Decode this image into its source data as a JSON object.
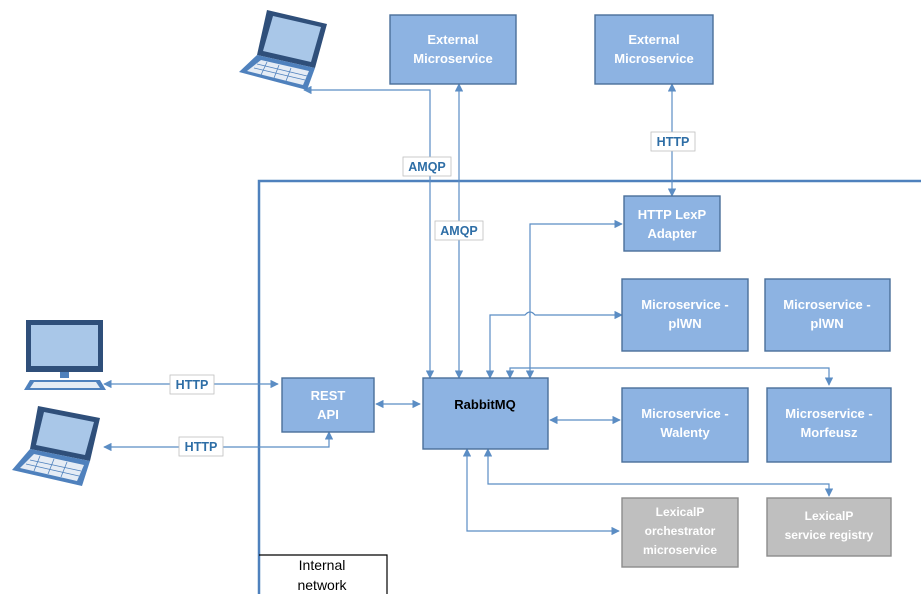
{
  "boxes": {
    "external1": [
      "External",
      "Microservice"
    ],
    "external2": [
      "External",
      "Microservice"
    ],
    "lexp_adapter": [
      "HTTP LexP",
      "Adapter"
    ],
    "plwn1": [
      "Microservice -",
      "plWN"
    ],
    "plwn2": [
      "Microservice -",
      "plWN"
    ],
    "rest_api": [
      "REST",
      "API"
    ],
    "rabbitmq": "RabbitMQ",
    "walenty": [
      "Microservice -",
      "Walenty"
    ],
    "morfeusz": [
      "Microservice -",
      "Morfeusz"
    ],
    "orchestrator": [
      "LexicalP",
      "orchestrator",
      "microservice"
    ],
    "registry": [
      "LexicalP",
      "service registry"
    ]
  },
  "labels": {
    "amqp_upper": "AMQP",
    "amqp_lower": "AMQP",
    "http_external": "HTTP",
    "http_desktop": "HTTP",
    "http_laptop": "HTTP"
  },
  "internal_network": [
    "Internal",
    "network"
  ],
  "colors": {
    "box_blue": "#8db3e2",
    "box_grey": "#bfbfbf",
    "connector": "#5b8dc4",
    "network_boundary": "#4f81bd"
  },
  "icons": [
    "laptop-icon",
    "desktop-icon",
    "laptop-icon"
  ]
}
